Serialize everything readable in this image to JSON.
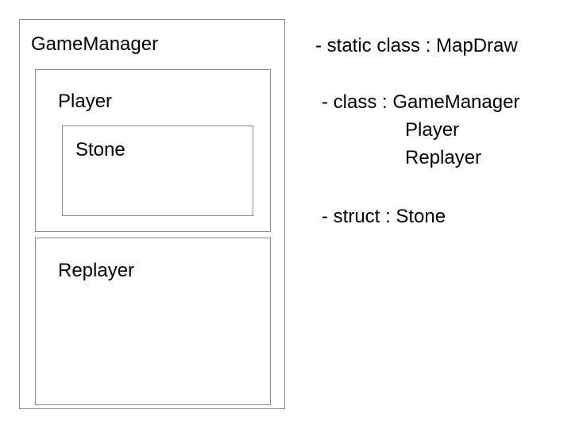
{
  "diagram": {
    "boxes": {
      "gamemanager": {
        "label": "GameManager"
      },
      "player": {
        "label": "Player"
      },
      "stone": {
        "label": "Stone"
      },
      "replayer": {
        "label": "Replayer"
      }
    }
  },
  "legend": {
    "static_class": {
      "line": "- static class : MapDraw"
    },
    "classes": {
      "line": "- class : GameManager",
      "item2": "Player",
      "item3": "Replayer"
    },
    "structs": {
      "line": "- struct : Stone"
    }
  },
  "colors": {
    "background": "#ffffff",
    "border": "#888888",
    "text": "#000000"
  }
}
